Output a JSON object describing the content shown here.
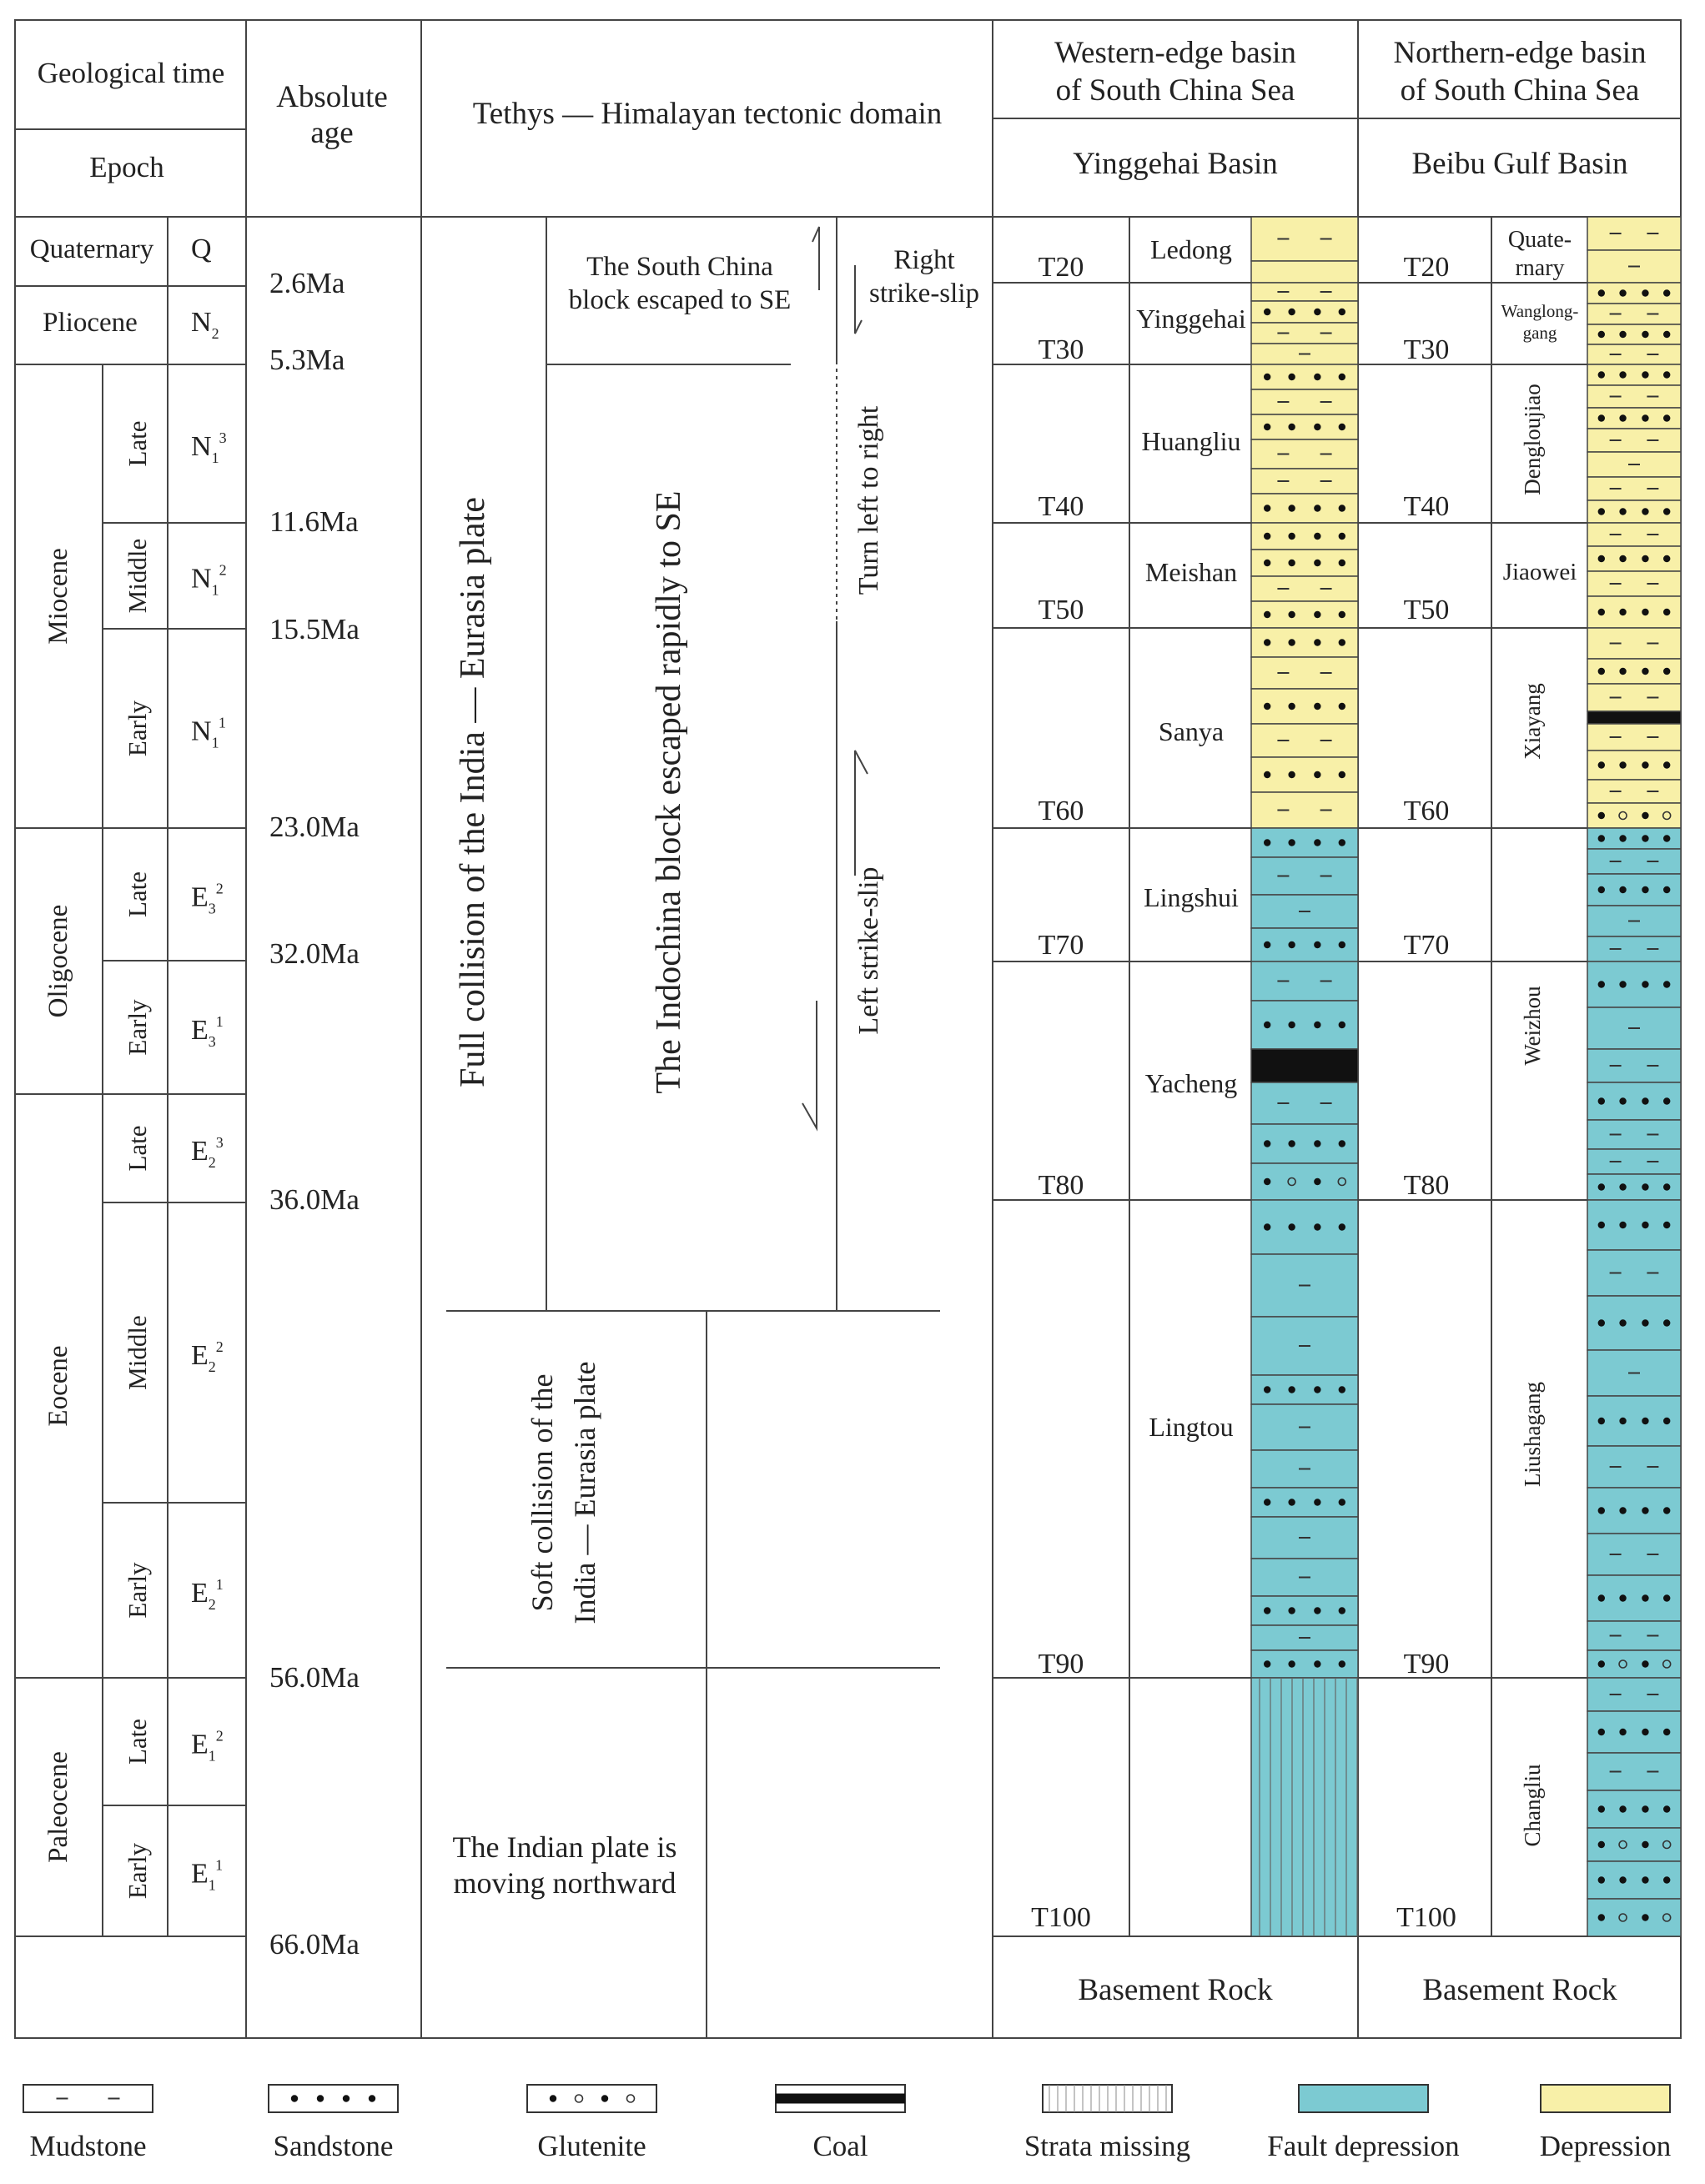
{
  "header": {
    "geological_time": "Geological time",
    "epoch": "Epoch",
    "absolute_age": [
      "Absolute",
      "age"
    ],
    "tethys": "Tethys — Himalayan tectonic domain",
    "western_region": [
      "Western-edge basin",
      "of South China Sea"
    ],
    "northern_region": [
      "Northern-edge basin",
      "of South China Sea"
    ],
    "yinggehai_basin": "Yinggehai Basin",
    "beibu_basin": "Beibu Gulf  Basin"
  },
  "epochs": [
    {
      "name": "Quaternary",
      "code": "Q"
    },
    {
      "name": "Pliocene",
      "code": "N",
      "sub": "2"
    },
    {
      "name": "Miocene",
      "subs": [
        {
          "name": "Late",
          "code": "N",
          "sub": "1",
          "sup": "3"
        },
        {
          "name": "Middle",
          "code": "N",
          "sub": "1",
          "sup": "2"
        },
        {
          "name": "Early",
          "code": "N",
          "sub": "1",
          "sup": "1"
        }
      ]
    },
    {
      "name": "Oligocene",
      "subs": [
        {
          "name": "Late",
          "code": "E",
          "sub": "3",
          "sup": "2"
        },
        {
          "name": "Early",
          "code": "E",
          "sub": "3",
          "sup": "1"
        }
      ]
    },
    {
      "name": "Eocene",
      "subs": [
        {
          "name": "Late",
          "code": "E",
          "sub": "2",
          "sup": "3"
        },
        {
          "name": "Middle",
          "code": "E",
          "sub": "2",
          "sup": "2"
        },
        {
          "name": "Early",
          "code": "E",
          "sub": "2",
          "sup": "1"
        }
      ]
    },
    {
      "name": "Paleocene",
      "subs": [
        {
          "name": "Late",
          "code": "E",
          "sub": "1",
          "sup": "2"
        },
        {
          "name": "Early",
          "code": "E",
          "sub": "1",
          "sup": "1"
        }
      ]
    }
  ],
  "ages": [
    "2.6Ma",
    "5.3Ma",
    "11.6Ma",
    "15.5Ma",
    "23.0Ma",
    "32.0Ma",
    "36.0Ma",
    "56.0Ma",
    "66.0Ma"
  ],
  "tectonic": {
    "full_collision": "Full collision of the India — Eurasia plate",
    "south_china": [
      "The South China",
      "block escaped to SE"
    ],
    "right_strike": [
      "Right",
      "strike-slip"
    ],
    "turn": "Turn left to right",
    "indochina": "The Indochina block escaped rapidly to SE",
    "left_strike": "Left strike-slip",
    "soft_collision": [
      "Soft collision of the",
      "India — Eurasia plate"
    ],
    "indian_plate": [
      "The Indian plate is",
      "moving northward"
    ]
  },
  "horizons": [
    "T20",
    "T30",
    "T40",
    "T50",
    "T60",
    "T70",
    "T80",
    "T90",
    "T100"
  ],
  "yinggehai_formations": [
    "Ledong",
    "Yinggehai",
    "Huangliu",
    "Meishan",
    "Sanya",
    "Lingshui",
    "Yacheng",
    "Lingtou"
  ],
  "beibu_formations": {
    "quaternary": [
      "Quate-",
      "rnary"
    ],
    "wanglonggang": [
      "Wanglong-",
      "gang"
    ],
    "others": [
      "Dengloujiao",
      "Jiaowei",
      "Xiayang",
      "Weizhou",
      "Liushagang",
      "Changliu"
    ]
  },
  "basement": "Basement Rock",
  "legend": [
    "Mudstone",
    "Sandstone",
    "Glutenite",
    "Coal",
    "Strata missing",
    "Fault depression",
    "Depression"
  ],
  "colors": {
    "depression": "#f8f0a8",
    "fault_depression": "#7ccad2",
    "line": "#444444",
    "coal": "#111111"
  }
}
